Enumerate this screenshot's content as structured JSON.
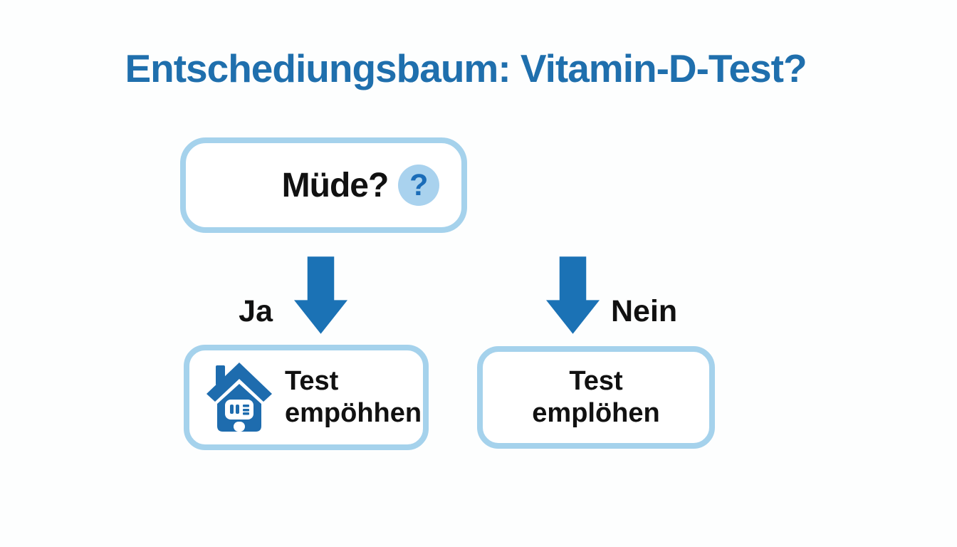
{
  "title": {
    "text": "Entschediungsbaum: Vitamin-D-Test?"
  },
  "root_node": {
    "label": "Müde?",
    "help_badge": "?"
  },
  "branches": {
    "yes_label": "Ja",
    "no_label": "Nein"
  },
  "outcomes": {
    "yes": {
      "line1": "Test",
      "line2": "empöhhen"
    },
    "no": {
      "line1": "Test",
      "line2": "emplöhen"
    }
  },
  "icons": {
    "help": "question-mark-circle-icon",
    "home": "house-test-kit-icon",
    "arrows": "down-arrow-icons"
  },
  "colors": {
    "title_blue": "#1f6fad",
    "arrow_blue": "#1b72b5",
    "node_border_blue": "#a5d2ec",
    "badge_bg": "#a9d2ee",
    "badge_fg": "#1a6cb8",
    "house_blue": "#1e6cae",
    "text_black": "#111111",
    "background": "#fdfefe"
  }
}
